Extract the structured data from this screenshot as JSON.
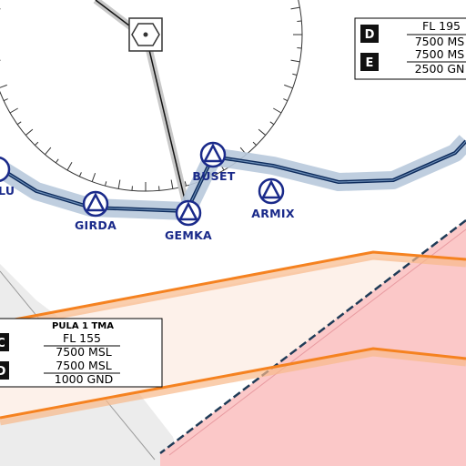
{
  "waypoints": [
    {
      "id": "buset",
      "name": "BUSET"
    },
    {
      "id": "armix",
      "name": "ARMIX"
    },
    {
      "id": "girda",
      "name": "GIRDA"
    },
    {
      "id": "gemka",
      "name": "GEMKA"
    },
    {
      "id": "partial",
      "name": "LU"
    }
  ],
  "airspace_top_right": {
    "rows": [
      {
        "class": "D",
        "upper": "FL 195",
        "lower": "7500 MS"
      },
      {
        "class": "E",
        "upper": "7500 MS",
        "lower": "2500 GN"
      }
    ]
  },
  "tma_box": {
    "title": "PULA 1 TMA",
    "rows": [
      {
        "class": "C",
        "upper": "FL 155",
        "lower": "7500 MSL"
      },
      {
        "class": "D",
        "upper": "7500 MSL",
        "lower": "1000 GND"
      }
    ]
  },
  "colors": {
    "airway": "#0d2b5c",
    "airway_buffer": "#b8c9db",
    "waypoint": "#1a2a8a",
    "tma_boundary": "#f58220",
    "restricted_fill": "#fbc8c8",
    "restricted_border": "#1f3b57"
  }
}
